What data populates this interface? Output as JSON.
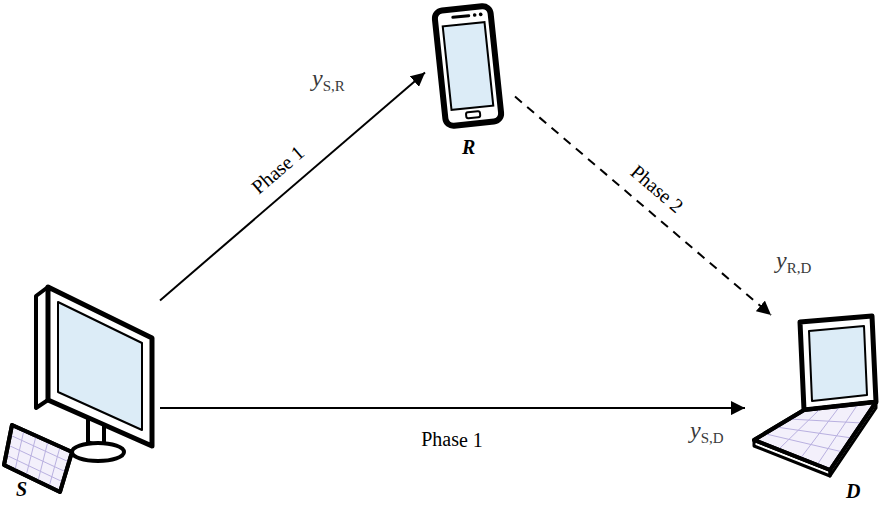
{
  "diagram": {
    "nodes": [
      {
        "text": [
          "S"
        ]
      },
      {
        "text": [
          "R"
        ]
      },
      {
        "text": [
          "D"
        ]
      }
    ],
    "edges": [
      {
        "from": 0,
        "to": 1,
        "label": "Phase 1",
        "arrow": "to"
      },
      {
        "from": 1,
        "to": 2,
        "label": "Phase 2",
        "arrow": "to"
      },
      {
        "from": 0,
        "to": 2,
        "label": "Phase 1",
        "arrow": "to"
      }
    ],
    "labels": [
      "yS,R",
      "yR,D",
      "yS,D"
    ]
  }
}
